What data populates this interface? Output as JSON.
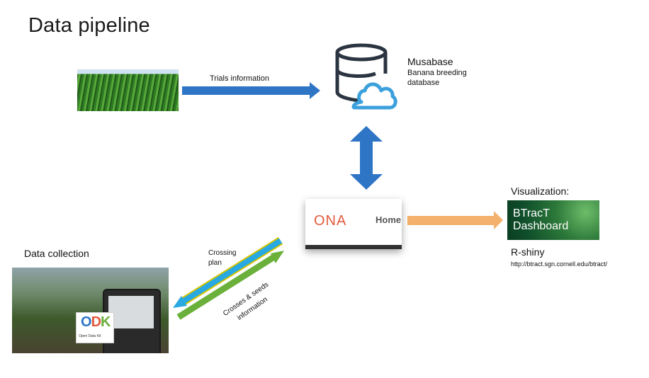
{
  "title": "Data pipeline",
  "trials_label": "Trials information",
  "musabase": {
    "name": "Musabase",
    "description_line1": "Banana breeding",
    "description_line2": "database"
  },
  "ona": {
    "logo": "ONA",
    "home": "Home"
  },
  "visualization": {
    "heading": "Visualization:",
    "btract_line1": "BTracT",
    "btract_line2": "Dashboard",
    "platform": "R-shiny",
    "url": "http://btract.sgn.cornell.edu/btract/"
  },
  "collection": {
    "heading": "Data collection",
    "odk_sub": "Open Data Kit"
  },
  "arrows": {
    "crossing_line1": "Crossing",
    "crossing_line2": "plan",
    "crosses_line1": "Crosses & seeds",
    "crosses_line2": "information"
  },
  "colors": {
    "arrow_blue": "#2e75c6",
    "arrow_orange": "#f4b16b",
    "arrow_cyan": "#29a9e1",
    "arrow_green": "#7cc242",
    "ona_orange": "#e25b3d"
  },
  "icons": {
    "database": "database-cloud-icon",
    "odk": "odk-logo-icon"
  }
}
